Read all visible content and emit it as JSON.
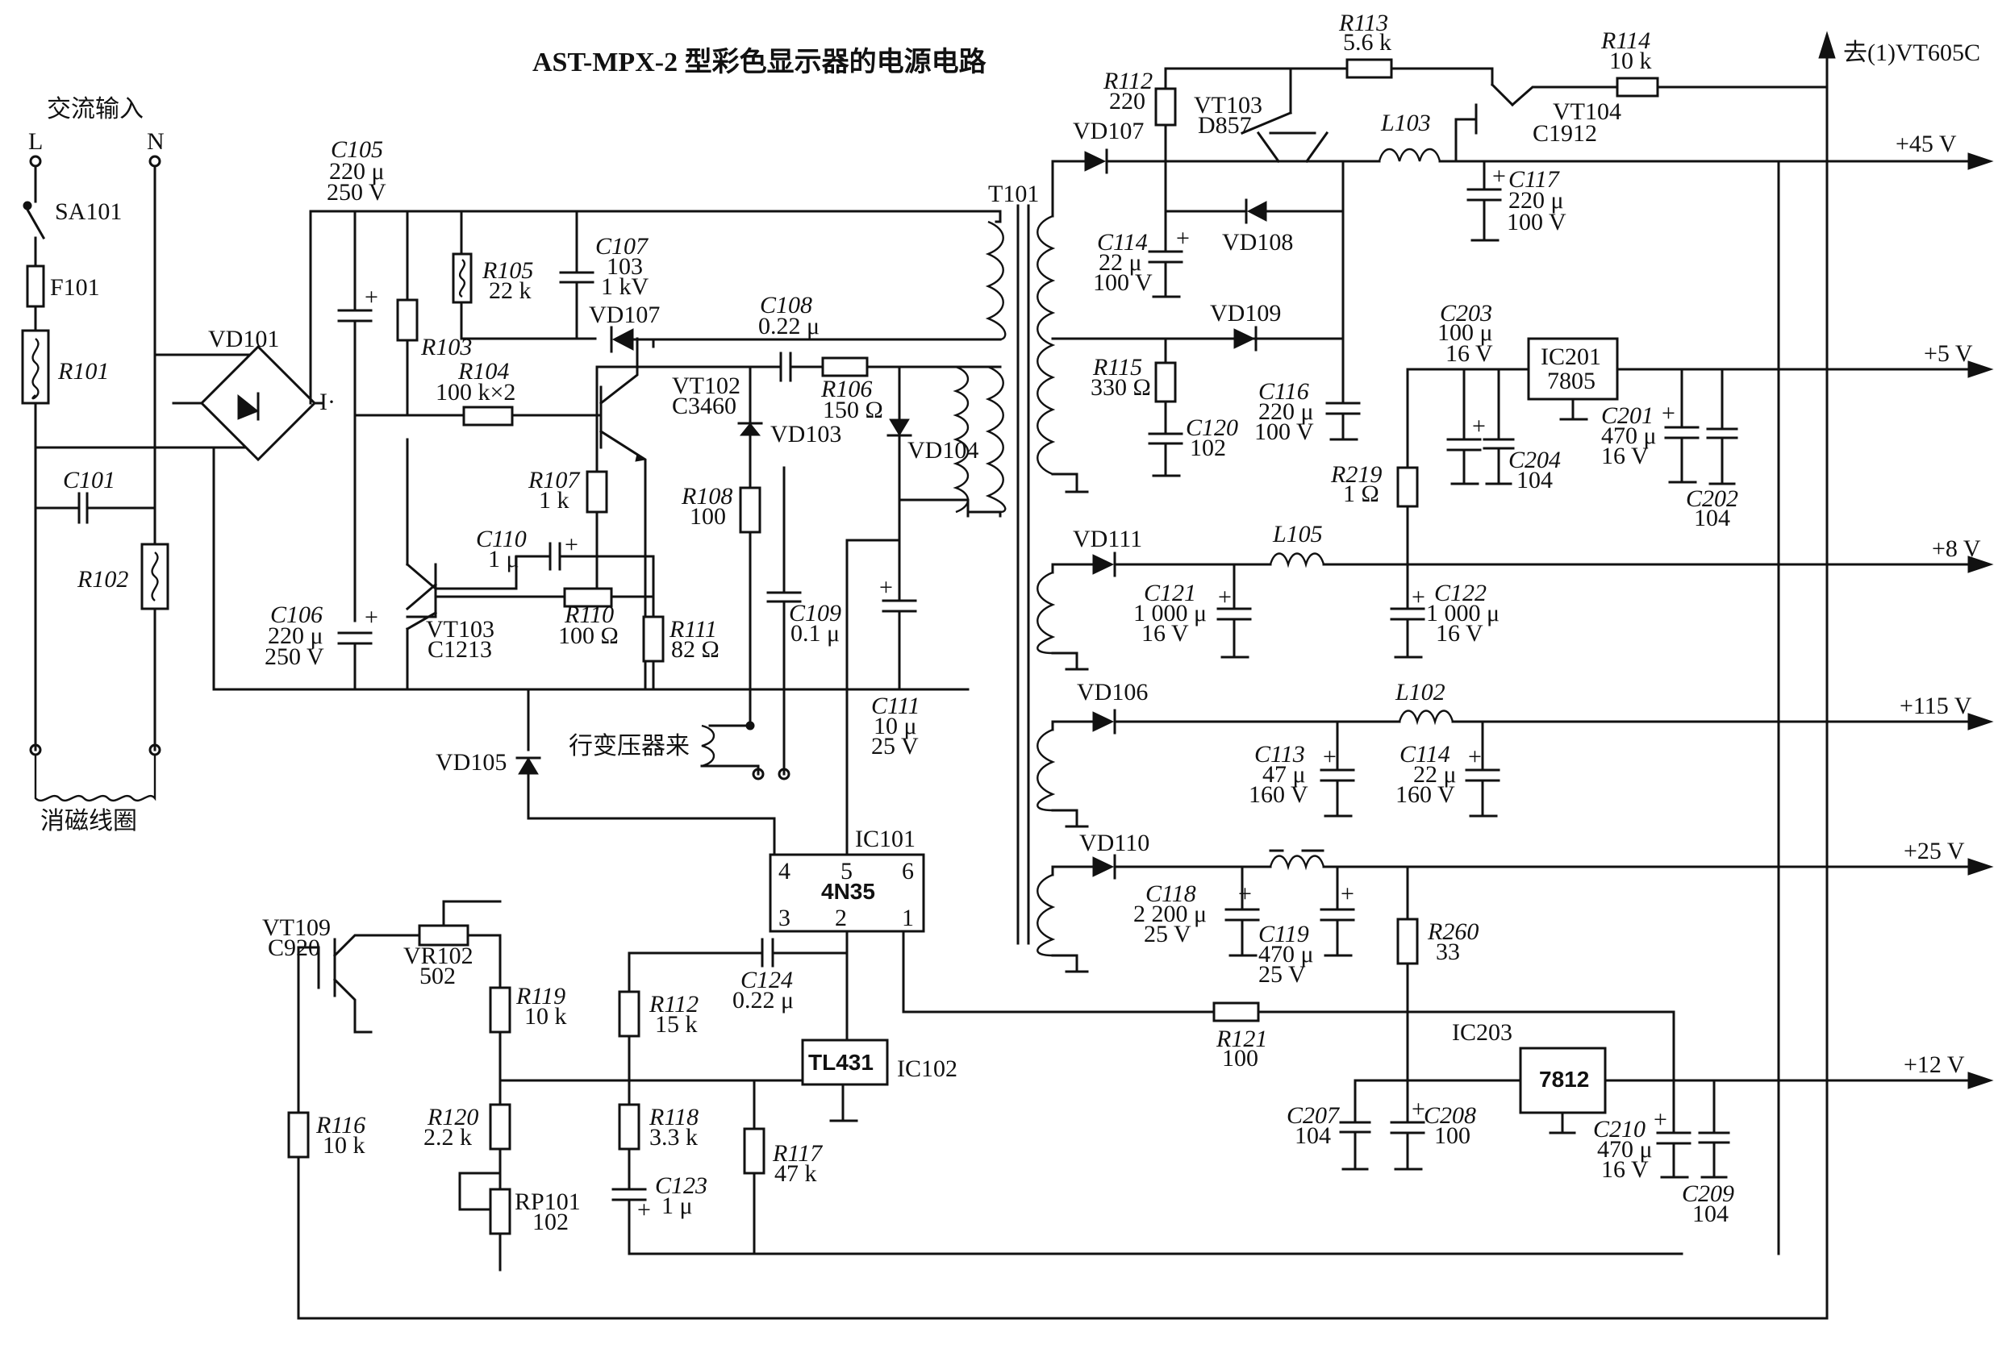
{
  "title": "AST-MPX-2 型彩色显示器的电源电路",
  "input": {
    "ac_label": "交流输入",
    "L": "L",
    "N": "N",
    "degauss": "消磁线圈",
    "flyback": "行变压器来",
    "to_vt605c": "去(1)VT605C"
  },
  "rails": [
    "+45 V",
    "+5 V",
    "+8 V",
    "+115 V",
    "+25 V",
    "+12 V"
  ],
  "components": {
    "SA101": [
      "SA101"
    ],
    "F101": [
      "F101"
    ],
    "R101": [
      "R101"
    ],
    "C101": [
      "C101"
    ],
    "R102": [
      "R102"
    ],
    "VD101": [
      "VD101"
    ],
    "C105": [
      "C105",
      "220 μ",
      "250 V"
    ],
    "R103": [
      "R103"
    ],
    "R105": [
      "R105",
      "22 k"
    ],
    "C107": [
      "C107",
      "103",
      "1 kV"
    ],
    "VD107a": [
      "VD107"
    ],
    "C108": [
      "C108",
      "0.22 μ"
    ],
    "R104": [
      "R104",
      "100 k×2"
    ],
    "VT102": [
      "VT102",
      "C3460"
    ],
    "R106": [
      "R106",
      "150 Ω"
    ],
    "VD103": [
      "VD103"
    ],
    "VD104": [
      "VD104"
    ],
    "R107": [
      "R107",
      "1 k"
    ],
    "R108": [
      "R108",
      "100"
    ],
    "C110": [
      "C110",
      "1 μ"
    ],
    "VT103a": [
      "VT103",
      "C1213"
    ],
    "R110": [
      "R110",
      "100 Ω"
    ],
    "R111": [
      "R111",
      "82 Ω"
    ],
    "C109": [
      "C109",
      "0.1 μ"
    ],
    "C106": [
      "C106",
      "220 μ",
      "250 V"
    ],
    "C111": [
      "C111",
      "10 μ",
      "25 V"
    ],
    "VD105": [
      "VD105"
    ],
    "IC101": [
      "IC101",
      "4N35",
      "4",
      "5",
      "6",
      "3",
      "2",
      "1"
    ],
    "VT109": [
      "VT109",
      "C920"
    ],
    "VR102": [
      "VR102",
      "502"
    ],
    "R119": [
      "R119",
      "10 k"
    ],
    "R116": [
      "R116",
      "10 k"
    ],
    "R120": [
      "R120",
      "2.2 k"
    ],
    "RP101": [
      "RP101",
      "102"
    ],
    "R112a": [
      "R112",
      "15 k"
    ],
    "C124": [
      "C124",
      "0.22 μ"
    ],
    "TL431": [
      "TL431",
      "IC102"
    ],
    "R118": [
      "R118",
      "3.3 k"
    ],
    "C123": [
      "C123",
      "1 μ"
    ],
    "R117": [
      "R117",
      "47 k"
    ],
    "T101": [
      "T101"
    ],
    "R112b": [
      "R112",
      "220"
    ],
    "VT103b": [
      "VT103",
      "D857"
    ],
    "R113": [
      "R113",
      "5.6 k"
    ],
    "VT104": [
      "VT104",
      "C1912"
    ],
    "R114": [
      "R114",
      "10 k"
    ],
    "VD107b": [
      "VD107"
    ],
    "L103": [
      "L103"
    ],
    "C117": [
      "C117",
      "220 μ",
      "100 V"
    ],
    "C114a": [
      "C114",
      "22 μ",
      "100 V"
    ],
    "VD108": [
      "VD108"
    ],
    "VD109": [
      "VD109"
    ],
    "C116": [
      "C116",
      "220 μ",
      "100 V"
    ],
    "R115": [
      "R115",
      "330 Ω"
    ],
    "C120": [
      "C120",
      "102"
    ],
    "C203": [
      "C203",
      "100 μ",
      "16 V"
    ],
    "IC201": [
      "IC201",
      "7805"
    ],
    "C201": [
      "C201",
      "470 μ",
      "16 V"
    ],
    "C204": [
      "C204",
      "104"
    ],
    "C202": [
      "C202",
      "104"
    ],
    "R219": [
      "R219",
      "1 Ω"
    ],
    "VD111": [
      "VD111"
    ],
    "L105": [
      "L105"
    ],
    "C121": [
      "C121",
      "1 000 μ",
      "16 V"
    ],
    "C122": [
      "C122",
      "1 000 μ",
      "16 V"
    ],
    "VD106": [
      "VD106"
    ],
    "L102": [
      "L102"
    ],
    "C113": [
      "C113",
      "47 μ",
      "160 V"
    ],
    "C114b": [
      "C114",
      "22 μ",
      "160 V"
    ],
    "VD110": [
      "VD110"
    ],
    "C118": [
      "C118",
      "2 200 μ",
      "25 V"
    ],
    "C119": [
      "C119",
      "470 μ",
      "25 V"
    ],
    "R260": [
      "R260",
      "33"
    ],
    "R121": [
      "R121",
      "100"
    ],
    "IC203": [
      "IC203",
      "7812"
    ],
    "C207": [
      "C207",
      "104"
    ],
    "C208": [
      "C208",
      "100"
    ],
    "C210": [
      "C210",
      "470 μ",
      "16 V"
    ],
    "C209": [
      "C209",
      "104"
    ]
  }
}
